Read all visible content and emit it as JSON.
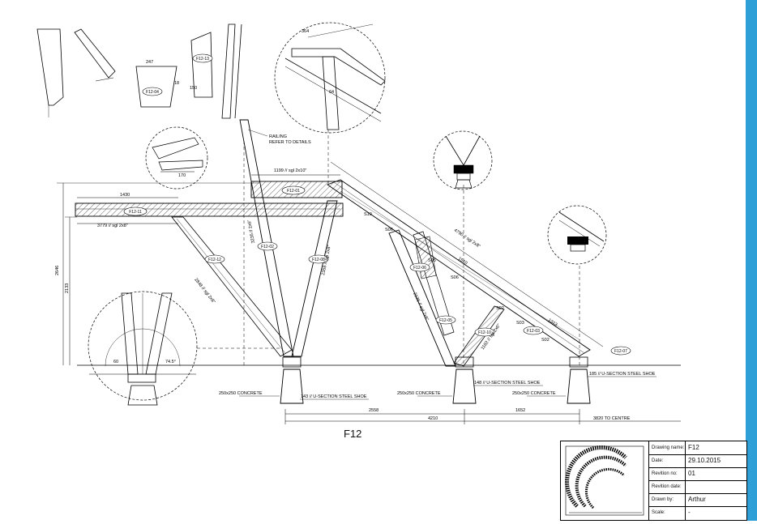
{
  "sheet_title": "F12",
  "title_block": {
    "rows": [
      {
        "label": "Drawing name:",
        "value": "F12"
      },
      {
        "label": "Date:",
        "value": "29.10.2015"
      },
      {
        "label": "Revition no:",
        "value": "01"
      },
      {
        "label": "Revition date:",
        "value": ""
      },
      {
        "label": "Drawn by:",
        "value": "Arthur"
      },
      {
        "label": "Scale:",
        "value": "-"
      }
    ]
  },
  "annotations": {
    "railing_1": "RAILING",
    "railing_2": "REFER TO DETAILS",
    "beam_top": "1199 // sgl 2x10\"",
    "beam_left": "3779 // sgl 2x8\"",
    "dim_1430": "1430",
    "dim_2646": "2646",
    "dim_2133": "2133",
    "shoe_143": "143 // U-SECTION STEEL SHOE",
    "shoe_148": "148 // U-SECTION STEEL SHOE",
    "shoe_185": "185 // U-SECTION STEEL SHOE",
    "concrete_1": "250x250 CONCRETE",
    "concrete_2": "250x250 CONCRETE",
    "concrete_3": "250x250 CONCRETE",
    "dim_2558": "2558",
    "dim_4210": "4210",
    "dim_1652": "1652",
    "dim_centre": "3820 TO CENTRE",
    "diag_long": "4790 // sgl 2x8\"",
    "diag_s10": "S10",
    "diag_1510": "1510",
    "s06a": "S06",
    "s06b": "S06",
    "s05": "S05",
    "s02a": "S02",
    "s03": "S03",
    "s02b": "S02",
    "dim_1313": "1313",
    "leg_2848": "2848 // sgl 2x8\"",
    "leg_2358": "2358 // sgl 2x8\"",
    "leg_3235": "3235 // 2x6\"",
    "leg_2136": "2136 // sgl 2x6\"",
    "leg_1182": "1182 // sgl 2x6\""
  },
  "tags": {
    "f12_01": "F12-01",
    "f12_11": "F12-11",
    "f12_12": "F12-12",
    "f12_02": "F12-02",
    "f12_08": "F12-08",
    "f12_06": "F12-06",
    "f12_05": "F12-05",
    "f12_10": "F12-10",
    "f12_03": "F12-03",
    "f12_07": "F12-07",
    "f12_13": "F12-13",
    "f12_04": "F12-04"
  },
  "details": {
    "d247": "247",
    "d18": "18",
    "d150": "150",
    "d170": "170",
    "d60": "60",
    "d74": "74.5°",
    "d364": "364",
    "d64": "64"
  }
}
